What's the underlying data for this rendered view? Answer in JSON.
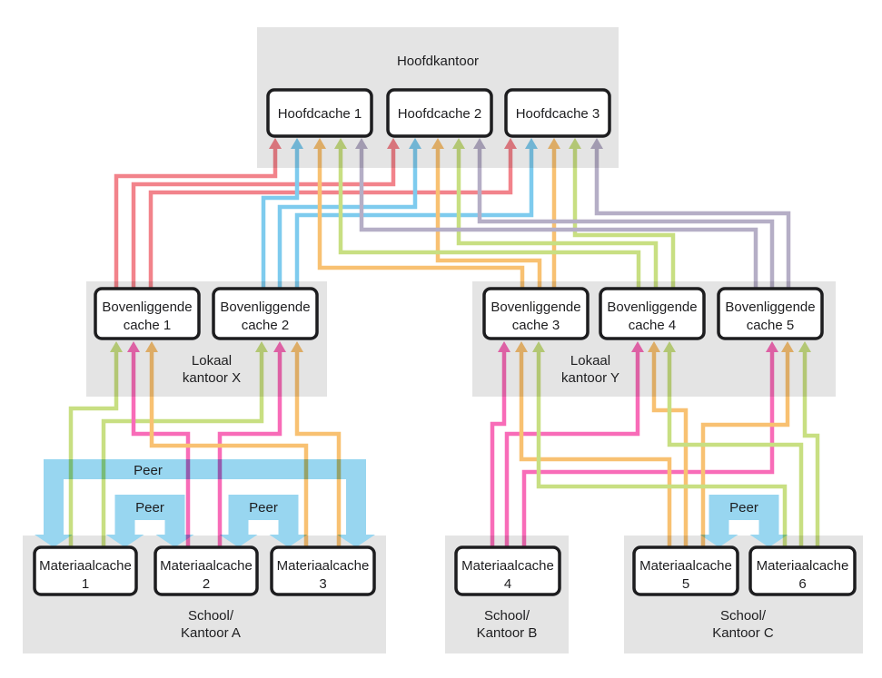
{
  "peer": {
    "label": "Peer",
    "links": [
      {
        "type": "band",
        "between": [
          "mc1",
          "mc3"
        ]
      },
      {
        "type": "bracket",
        "between": [
          "mc1",
          "mc2"
        ]
      },
      {
        "type": "bracket",
        "between": [
          "mc2",
          "mc3"
        ]
      },
      {
        "type": "bracket",
        "between": [
          "mc5",
          "mc6"
        ]
      }
    ]
  },
  "panels": [
    {
      "id": "hoofdkantoor",
      "title_lines": [
        "Hoofdkantoor"
      ]
    },
    {
      "id": "lokaal-x",
      "title_lines": [
        "Lokaal",
        "kantoor X"
      ]
    },
    {
      "id": "lokaal-y",
      "title_lines": [
        "Lokaal",
        "kantoor Y"
      ]
    },
    {
      "id": "school-a",
      "title_lines": [
        "School/",
        "Kantoor A"
      ]
    },
    {
      "id": "school-b",
      "title_lines": [
        "School/",
        "Kantoor B"
      ]
    },
    {
      "id": "school-c",
      "title_lines": [
        "School/",
        "Kantoor C"
      ]
    }
  ],
  "nodes": [
    {
      "id": "hc1",
      "panel": "hoofdkantoor",
      "lines": [
        "Hoofdcache 1"
      ]
    },
    {
      "id": "hc2",
      "panel": "hoofdkantoor",
      "lines": [
        "Hoofdcache 2"
      ]
    },
    {
      "id": "hc3",
      "panel": "hoofdkantoor",
      "lines": [
        "Hoofdcache 3"
      ]
    },
    {
      "id": "bc1",
      "panel": "lokaal-x",
      "lines": [
        "Bovenliggende",
        "cache 1"
      ]
    },
    {
      "id": "bc2",
      "panel": "lokaal-x",
      "lines": [
        "Bovenliggende",
        "cache 2"
      ]
    },
    {
      "id": "bc3",
      "panel": "lokaal-y",
      "lines": [
        "Bovenliggende",
        "cache 3"
      ]
    },
    {
      "id": "bc4",
      "panel": "lokaal-y",
      "lines": [
        "Bovenliggende",
        "cache 4"
      ]
    },
    {
      "id": "bc5",
      "panel": "lokaal-y",
      "lines": [
        "Bovenliggende",
        "cache 5"
      ]
    },
    {
      "id": "mc1",
      "panel": "school-a",
      "lines": [
        "Materiaalcache",
        "1"
      ]
    },
    {
      "id": "mc2",
      "panel": "school-a",
      "lines": [
        "Materiaalcache",
        "2"
      ]
    },
    {
      "id": "mc3",
      "panel": "school-a",
      "lines": [
        "Materiaalcache",
        "3"
      ]
    },
    {
      "id": "mc4",
      "panel": "school-b",
      "lines": [
        "Materiaalcache",
        "4"
      ]
    },
    {
      "id": "mc5",
      "panel": "school-c",
      "lines": [
        "Materiaalcache",
        "5"
      ]
    },
    {
      "id": "mc6",
      "panel": "school-c",
      "lines": [
        "Materiaalcache",
        "6"
      ]
    }
  ],
  "edges": [
    {
      "from": "bc1",
      "to": "hc1",
      "color": "red"
    },
    {
      "from": "bc1",
      "to": "hc2",
      "color": "red"
    },
    {
      "from": "bc1",
      "to": "hc3",
      "color": "red"
    },
    {
      "from": "bc2",
      "to": "hc1",
      "color": "blue"
    },
    {
      "from": "bc2",
      "to": "hc2",
      "color": "blue"
    },
    {
      "from": "bc2",
      "to": "hc3",
      "color": "blue"
    },
    {
      "from": "bc3",
      "to": "hc1",
      "color": "orange"
    },
    {
      "from": "bc3",
      "to": "hc2",
      "color": "orange"
    },
    {
      "from": "bc3",
      "to": "hc3",
      "color": "orange"
    },
    {
      "from": "bc4",
      "to": "hc1",
      "color": "green"
    },
    {
      "from": "bc4",
      "to": "hc2",
      "color": "green"
    },
    {
      "from": "bc4",
      "to": "hc3",
      "color": "green"
    },
    {
      "from": "bc5",
      "to": "hc1",
      "color": "gray"
    },
    {
      "from": "bc5",
      "to": "hc2",
      "color": "gray"
    },
    {
      "from": "bc5",
      "to": "hc3",
      "color": "gray"
    },
    {
      "from": "mc1",
      "to": "bc1",
      "color": "green"
    },
    {
      "from": "mc1",
      "to": "bc2",
      "color": "green"
    },
    {
      "from": "mc2",
      "to": "bc1",
      "color": "pink"
    },
    {
      "from": "mc2",
      "to": "bc2",
      "color": "pink"
    },
    {
      "from": "mc3",
      "to": "bc1",
      "color": "orange"
    },
    {
      "from": "mc3",
      "to": "bc2",
      "color": "orange"
    },
    {
      "from": "mc4",
      "to": "bc3",
      "color": "pink"
    },
    {
      "from": "mc4",
      "to": "bc4",
      "color": "pink"
    },
    {
      "from": "mc4",
      "to": "bc5",
      "color": "pink"
    },
    {
      "from": "mc5",
      "to": "bc3",
      "color": "orange"
    },
    {
      "from": "mc5",
      "to": "bc4",
      "color": "orange"
    },
    {
      "from": "mc5",
      "to": "bc5",
      "color": "orange"
    },
    {
      "from": "mc6",
      "to": "bc3",
      "color": "green"
    },
    {
      "from": "mc6",
      "to": "bc4",
      "color": "green"
    },
    {
      "from": "mc6",
      "to": "bc5",
      "color": "green"
    }
  ],
  "colors": {
    "panel": "#e4e4e4",
    "box_border": "#1d1d1f",
    "text": "#1d1d1f",
    "red": "#f2838b",
    "blue": "#7ecbee",
    "orange": "#f8c172",
    "green": "#c8df82",
    "gray": "#b5aec6",
    "pink": "#f86cb8",
    "peer_blue": "#98d6f0"
  }
}
